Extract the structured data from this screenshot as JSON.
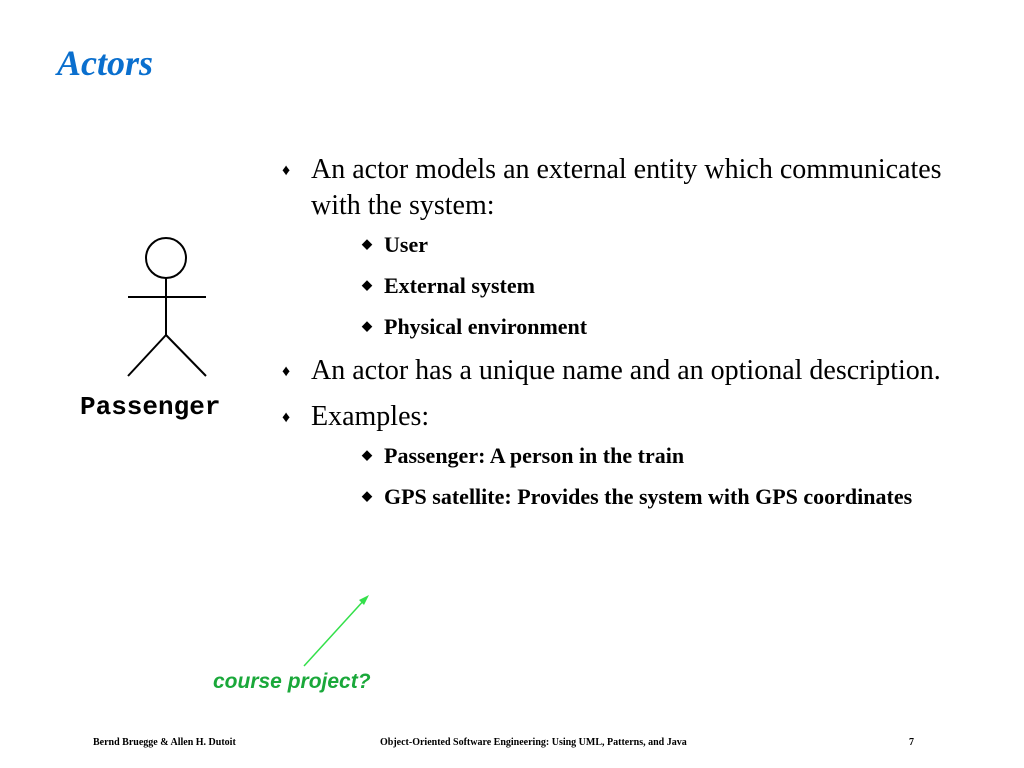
{
  "slide": {
    "title": "Actors",
    "actor_name": "Passenger",
    "bullets": [
      {
        "text": "An actor models an external entity which communicates with the system:",
        "sub": [
          "User",
          "External system",
          "Physical environment"
        ]
      },
      {
        "text": "An actor has a unique name and an optional description.",
        "sub": []
      },
      {
        "text": "Examples:",
        "sub": [
          "Passenger: A person in the train",
          "GPS satellite: Provides the system with  GPS coordinates"
        ]
      }
    ],
    "annotation": "course project?",
    "footer": {
      "left": "Bernd Bruegge & Allen H. Dutoit",
      "center": "Object-Oriented Software Engineering: Using UML, Patterns, and Java",
      "page": "7"
    }
  },
  "colors": {
    "title": "#0a6fce",
    "annotation": "#1aa83a",
    "arrow": "#33e04a"
  },
  "icons": {
    "bullet": "diamond-bullet-icon",
    "sub_bullet": "small-diamond-bullet-icon",
    "actor": "stick-figure-icon"
  }
}
